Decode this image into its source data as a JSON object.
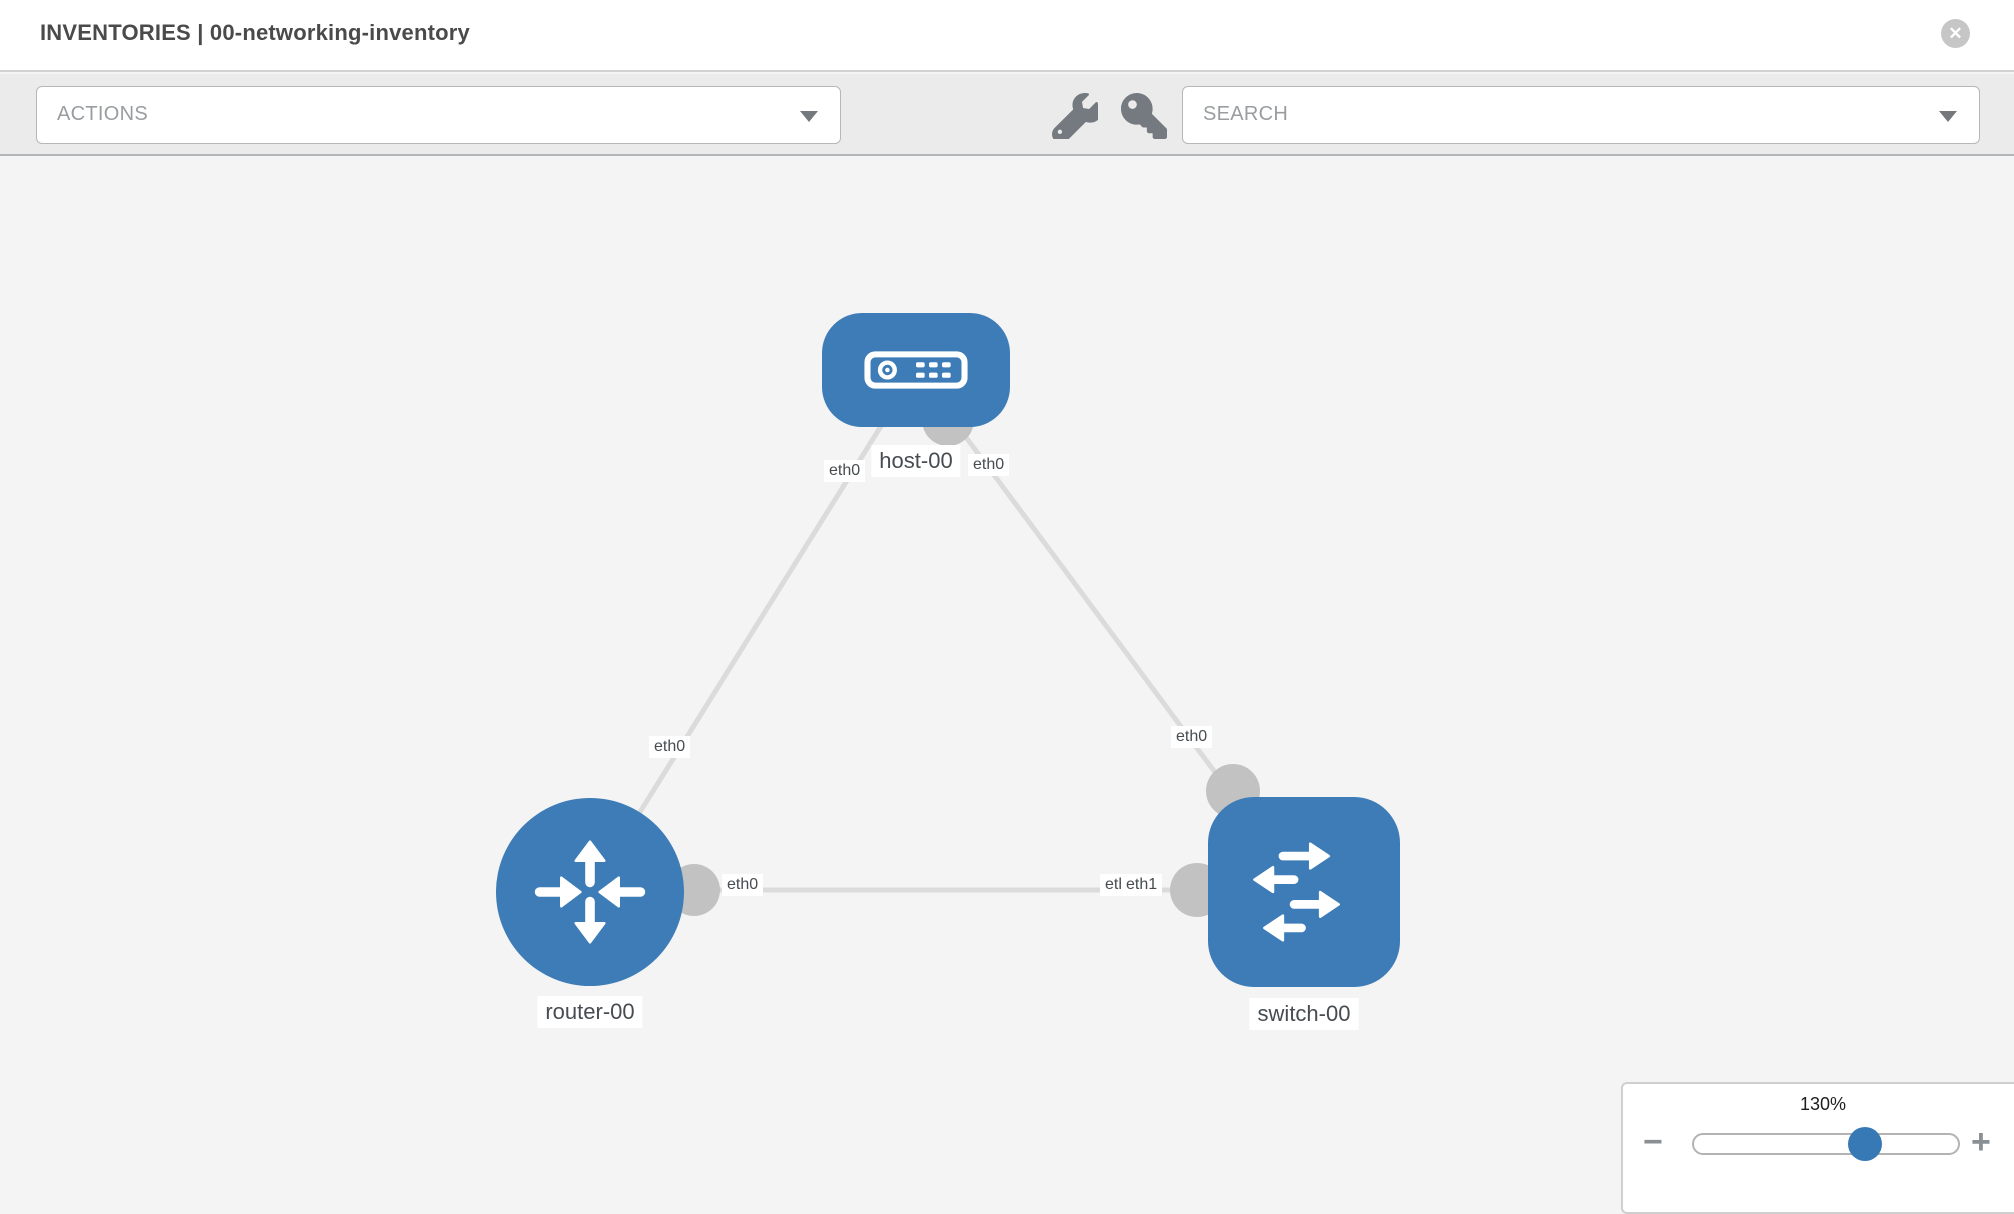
{
  "header": {
    "title": "INVENTORIES | 00-networking-inventory",
    "close_icon_glyph": "✕"
  },
  "toolbar": {
    "actions_label": "ACTIONS",
    "search_label": "SEARCH",
    "icons": [
      "wrench-icon",
      "key-icon"
    ]
  },
  "topology": {
    "nodes": [
      {
        "id": "host-00",
        "type": "host",
        "label": "host-00"
      },
      {
        "id": "router-00",
        "type": "router",
        "label": "router-00"
      },
      {
        "id": "switch-00",
        "type": "switch",
        "label": "switch-00"
      }
    ],
    "links": [
      {
        "from": "router-00",
        "from_interface": "eth0",
        "to": "host-00",
        "to_interface": "eth0"
      },
      {
        "from": "host-00",
        "from_interface": "eth0",
        "to": "switch-00",
        "to_interface": "eth0"
      },
      {
        "from": "router-00",
        "from_interface": "eth0",
        "to": "switch-00",
        "to_interface": "eth1"
      }
    ],
    "interface_labels": {
      "host_left": "eth0",
      "host_right": "eth0",
      "router_uplink": "eth0",
      "switch_uplink": "eth0",
      "router_lan": "eth0",
      "switch_lan_under": "eth0",
      "switch_lan": "eth1"
    },
    "node_color": "#3d7cb7",
    "link_color": "#dbdbdb",
    "connector_color": "#c2c2c2"
  },
  "zoom_control": {
    "percent_label": "130%",
    "percent": 130,
    "minus_glyph": "−",
    "plus_glyph": "+"
  }
}
